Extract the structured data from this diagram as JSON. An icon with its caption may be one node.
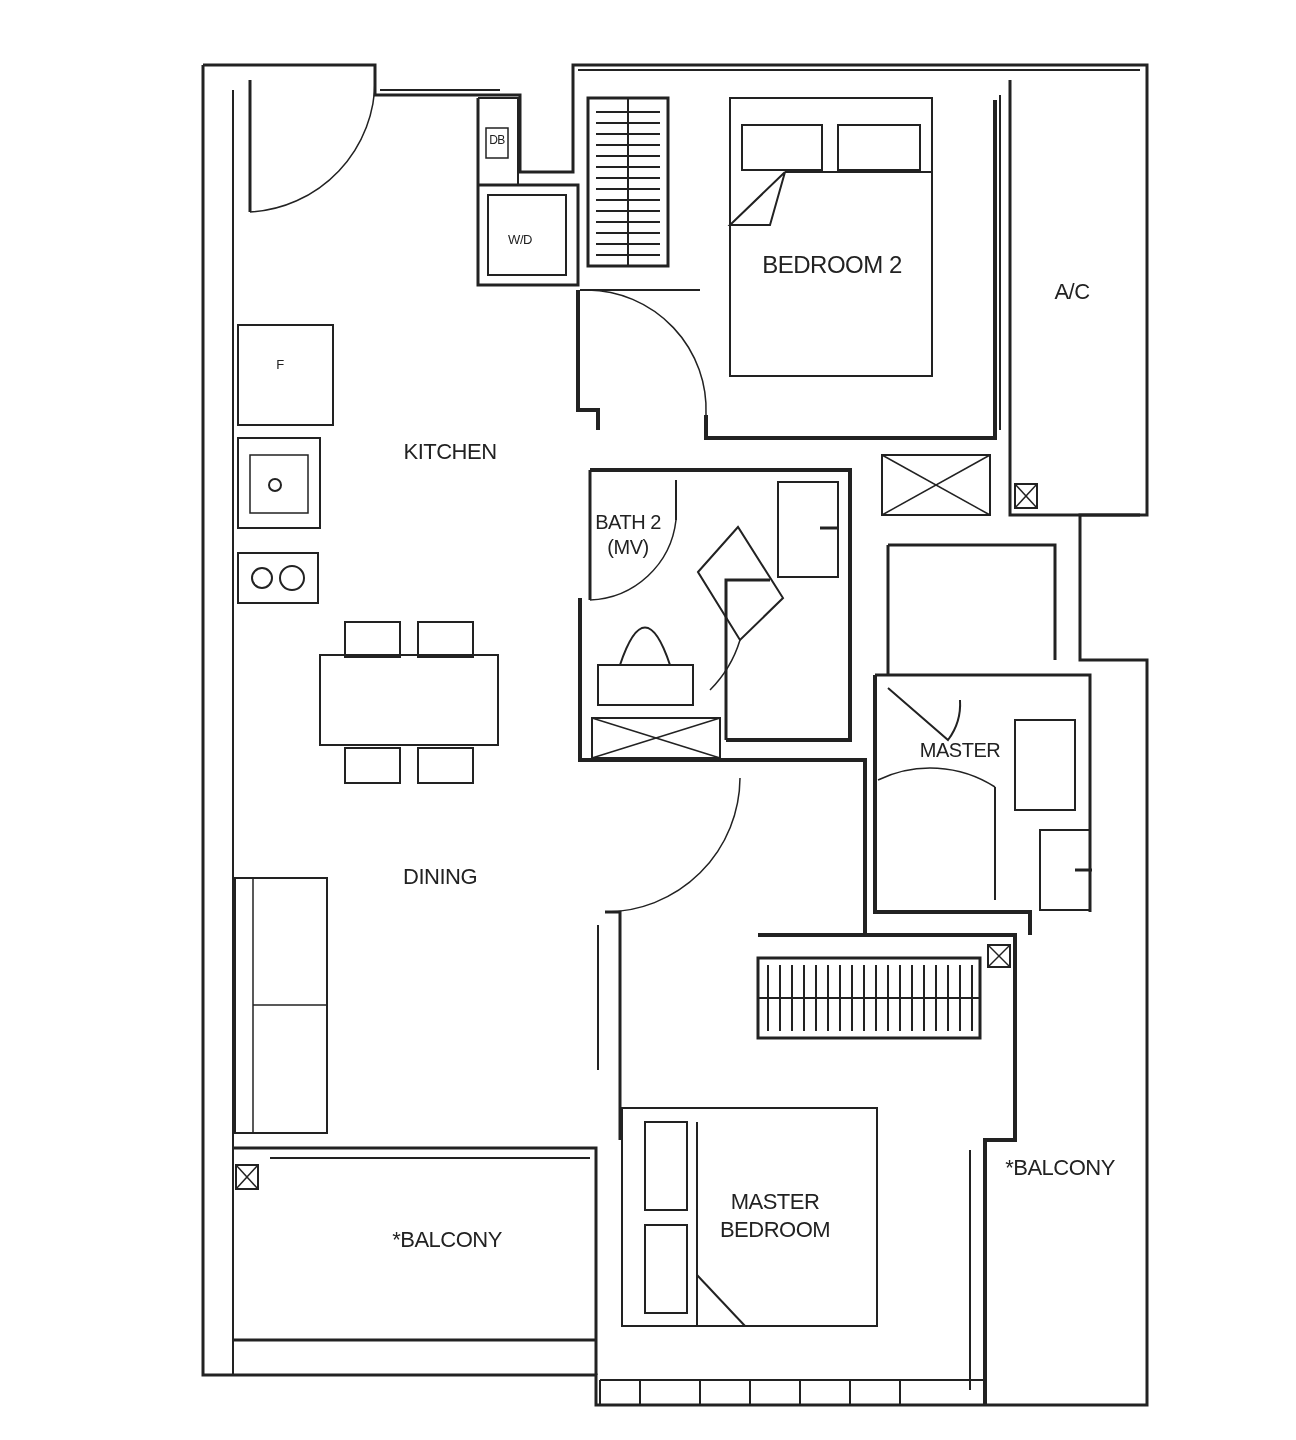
{
  "diagram": {
    "labels": [
      "DB",
      "W/D",
      "BEDROOM 2",
      "A/C",
      "F",
      "KITCHEN",
      "BATH 2 (MV)",
      "MASTER",
      "DINING",
      "*BALCONY",
      "*BALCONY",
      "MASTER BEDROOM"
    ]
  }
}
